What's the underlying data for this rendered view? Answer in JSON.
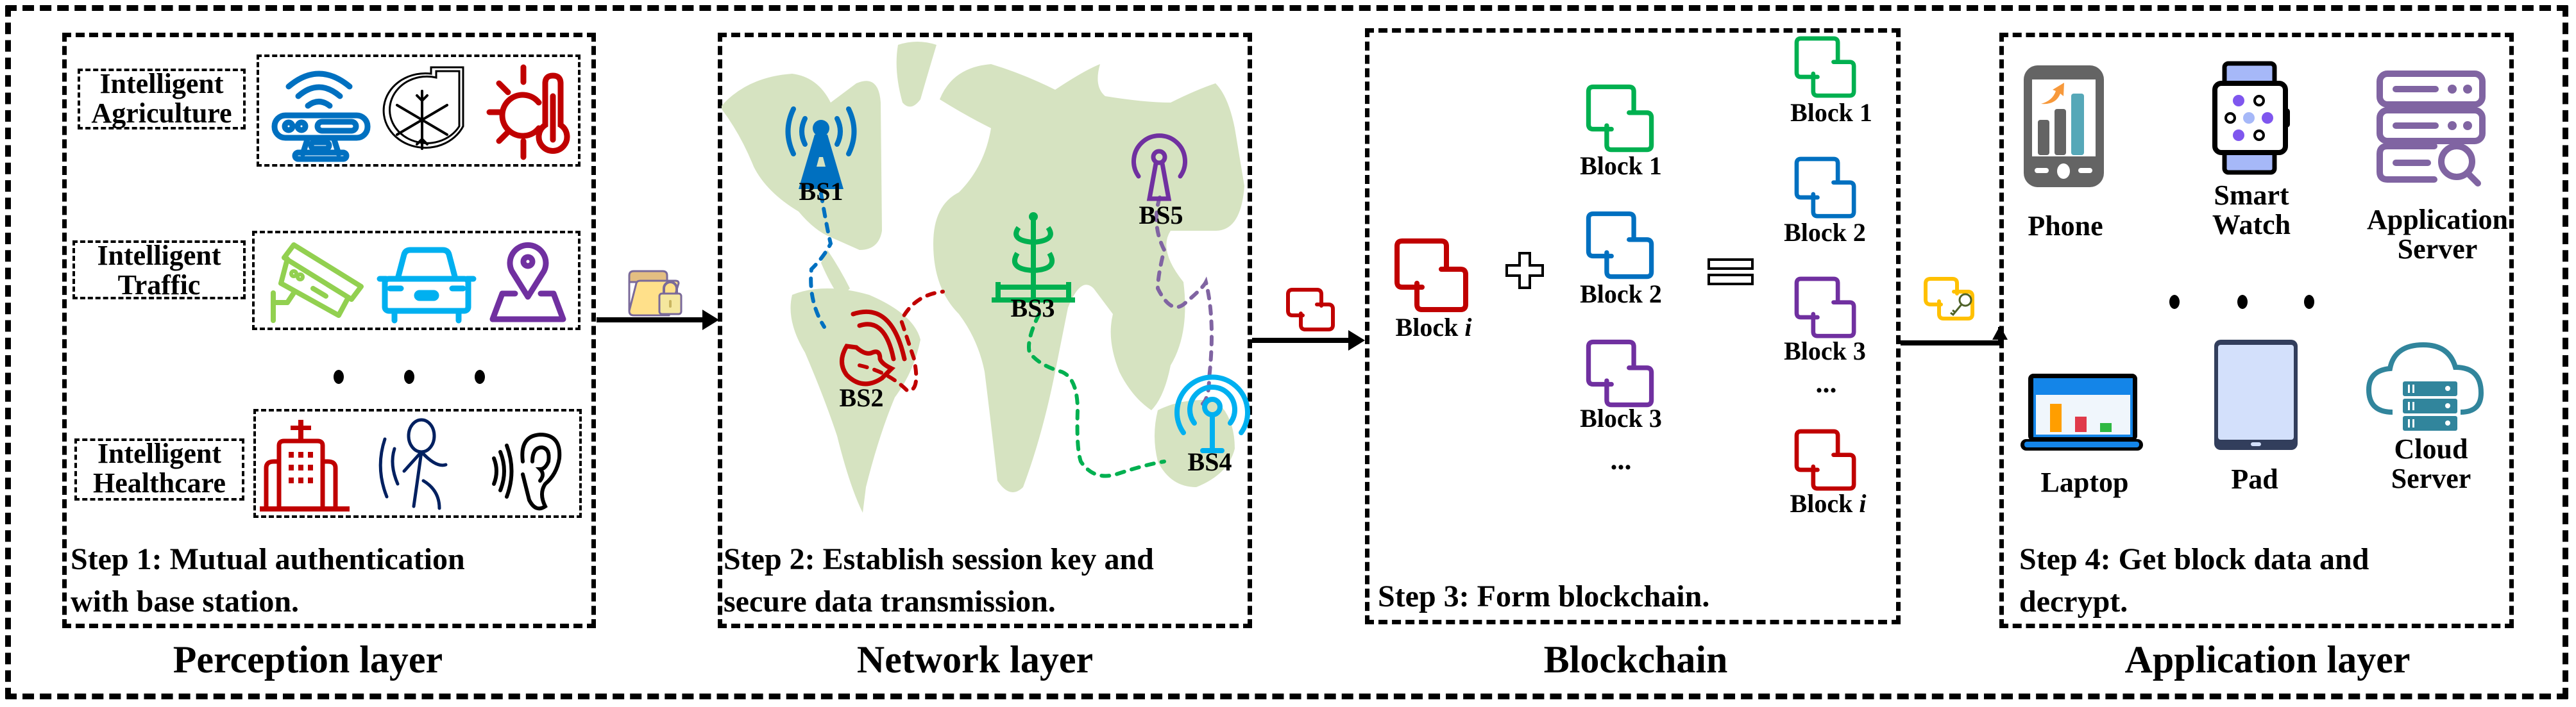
{
  "layers": [
    {
      "id": "perception",
      "title": "Perception layer",
      "step": "Step 1: Mutual authentication with base station.",
      "step_lines": [
        "Step 1: Mutual authentication",
        "with base station."
      ]
    },
    {
      "id": "network",
      "title": "Network layer",
      "step": "Step 2: Establish session key and secure data transmission.",
      "step_lines": [
        "Step 2: Establish session key and",
        "secure data transmission."
      ]
    },
    {
      "id": "blockchain",
      "title": "Blockchain",
      "step": "Step 3: Form blockchain.",
      "step_lines": [
        "Step 3: Form blockchain."
      ]
    },
    {
      "id": "application",
      "title": "Application layer",
      "step": "Step 4: Get block data and decrypt.",
      "step_lines": [
        "Step 4: Get block data and",
        "decrypt."
      ]
    }
  ],
  "perception": {
    "domains": [
      {
        "label_lines": [
          "Intelligent",
          "Agriculture"
        ],
        "icons": [
          "smart-sensor-icon",
          "air-conditioner-snowflake-icon",
          "sun-thermometer-icon"
        ]
      },
      {
        "label_lines": [
          "Intelligent",
          "Traffic"
        ],
        "icons": [
          "surveillance-camera-icon",
          "car-icon",
          "map-pin-icon"
        ]
      },
      {
        "label_lines": [
          "Intelligent",
          "Healthcare"
        ],
        "icons": [
          "hospital-icon",
          "walking-person-motion-icon",
          "ear-hearing-icon"
        ]
      }
    ],
    "ellipsis": "• • •"
  },
  "network": {
    "base_stations": [
      {
        "label": "BS1",
        "color": "#0070C0",
        "icon": "cell-tower-icon"
      },
      {
        "label": "BS2",
        "color": "#C00000",
        "icon": "satellite-dish-icon"
      },
      {
        "label": "BS3",
        "color": "#00B050",
        "icon": "antenna-mast-icon"
      },
      {
        "label": "BS4",
        "color": "#00B0F0",
        "icon": "wireless-broadcast-icon"
      },
      {
        "label": "BS5",
        "color": "#7030A0",
        "icon": "radio-tower-icon"
      }
    ],
    "map_color": "#D6E3C1"
  },
  "blockchain": {
    "new_block": {
      "label": "Block",
      "index": "i",
      "color": "#C00000"
    },
    "operator_plus": "+",
    "operator_equals": "=",
    "existing_chain": [
      {
        "label": "Block 1",
        "color": "#00B050"
      },
      {
        "label": "Block 2",
        "color": "#0070C0"
      },
      {
        "label": "Block 3",
        "color": "#7030A0"
      }
    ],
    "existing_ellipsis": "...",
    "result_chain": [
      {
        "label": "Block 1",
        "color": "#00B050"
      },
      {
        "label": "Block 2",
        "color": "#0070C0"
      },
      {
        "label": "Block 3",
        "color": "#7030A0"
      }
    ],
    "result_ellipsis": "...",
    "result_last": {
      "label": "Block",
      "index": "i",
      "color": "#C00000"
    }
  },
  "application": {
    "devices": [
      {
        "label_lines": [
          "Phone"
        ],
        "icon": "smartphone-chart-icon"
      },
      {
        "label_lines": [
          "Smart",
          "Watch"
        ],
        "icon": "smartwatch-icon"
      },
      {
        "label_lines": [
          "Application",
          "Server"
        ],
        "icon": "server-search-icon"
      },
      {
        "label_lines": [
          "Laptop"
        ],
        "icon": "laptop-chart-icon"
      },
      {
        "label_lines": [
          "Pad"
        ],
        "icon": "tablet-icon"
      },
      {
        "label_lines": [
          "Cloud",
          "Server"
        ],
        "icon": "cloud-server-icon"
      }
    ],
    "ellipsis": "• • •"
  },
  "connectors": [
    {
      "from": "perception",
      "to": "network",
      "icon": "encrypted-folder-lock-icon"
    },
    {
      "from": "network",
      "to": "blockchain",
      "icon": "block-link-icon",
      "color": "#C00000"
    },
    {
      "from": "blockchain",
      "to": "application",
      "icon": "block-key-icon",
      "color": "#FFC000"
    }
  ]
}
